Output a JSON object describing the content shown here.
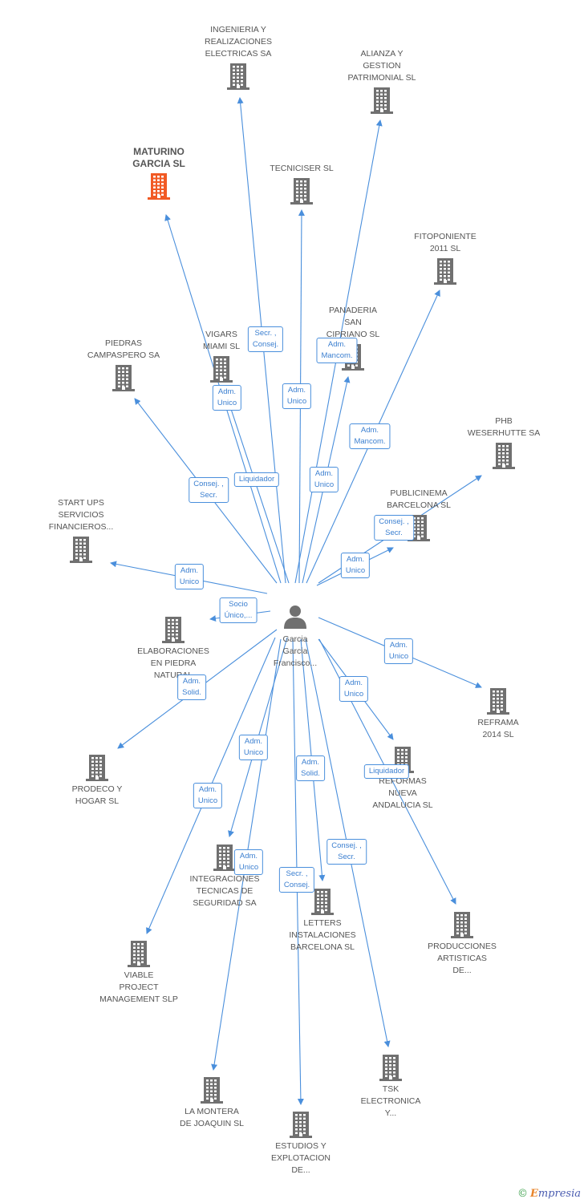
{
  "colors": {
    "edge": "#4a8fdc",
    "building": "#707070",
    "highlight": "#f15a24",
    "person": "#707070"
  },
  "center": {
    "name": "Garcia\nGarcia\nFrancisco...",
    "icon": "person-icon"
  },
  "nodes": [
    {
      "id": "ingenieria",
      "label": "INGENIERIA Y\nREALIZACIONES\nELECTRICAS SA"
    },
    {
      "id": "alianza",
      "label": "ALIANZA Y\nGESTION\nPATRIMONIAL SL"
    },
    {
      "id": "maturino",
      "label": "MATURINO\nGARCIA SL",
      "highlight": true
    },
    {
      "id": "tecniciser",
      "label": "TECNICISER SL"
    },
    {
      "id": "fitoponiente",
      "label": "FITOPONIENTE\n2011 SL"
    },
    {
      "id": "panaderia",
      "label": "PANADERIA\nSAN\nCIPRIANO SL"
    },
    {
      "id": "vigars",
      "label": "VIGARS\nMIAMI SL"
    },
    {
      "id": "piedras",
      "label": "PIEDRAS\nCAMPASPERO SA"
    },
    {
      "id": "phb",
      "label": "PHB\nWESERHUTTE SA"
    },
    {
      "id": "publicinema",
      "label": "PUBLICINEMA\nBARCELONA SL"
    },
    {
      "id": "startups",
      "label": "START UPS\nSERVICIOS\nFINANCIEROS..."
    },
    {
      "id": "elaboraciones",
      "label": "ELABORACIONES\nEN PIEDRA\nNATURAL"
    },
    {
      "id": "reframa",
      "label": "REFRAMA\n2014 SL"
    },
    {
      "id": "prodeco",
      "label": "PRODECO Y\nHOGAR SL"
    },
    {
      "id": "reformas",
      "label": "REFORMAS\nNUEVA\nANDALUCIA SL"
    },
    {
      "id": "integraciones",
      "label": "INTEGRACIONES\nTECNICAS DE\nSEGURIDAD SA"
    },
    {
      "id": "letters",
      "label": "LETTERS\nINSTALACIONES\nBARCELONA SL"
    },
    {
      "id": "producciones",
      "label": "PRODUCCIONES\nARTISTICAS\nDE..."
    },
    {
      "id": "viable",
      "label": "VIABLE\nPROJECT\nMANAGEMENT SLP"
    },
    {
      "id": "montera",
      "label": "LA MONTERA\nDE JOAQUIN SL"
    },
    {
      "id": "tsk",
      "label": "TSK\nELECTRONICA\nY..."
    },
    {
      "id": "estudios",
      "label": "ESTUDIOS Y\nEXPLOTACION\nDE..."
    }
  ],
  "edges": [
    {
      "to": "ingenieria",
      "label": "Secr. ,\nConsej."
    },
    {
      "to": "alianza",
      "label": "Adm.\nMancom."
    },
    {
      "to": "maturino",
      "label": "Consej. ,\nSecr."
    },
    {
      "to": "tecniciser",
      "label": "Adm.\nUnico"
    },
    {
      "to": "fitoponiente",
      "label": "Adm.\nMancom."
    },
    {
      "to": "panaderia",
      "label": "Adm.\nUnico"
    },
    {
      "to": "vigars",
      "label": "Adm.\nUnico"
    },
    {
      "to": "piedras",
      "label": "Liquidador"
    },
    {
      "to": "phb",
      "label": "Consej. ,\nSecr."
    },
    {
      "to": "publicinema",
      "label": "Adm.\nUnico"
    },
    {
      "to": "startups",
      "label": "Adm.\nUnico"
    },
    {
      "to": "elaboraciones",
      "label": "Socio\nÚnico,..."
    },
    {
      "to": "reframa",
      "label": "Adm.\nUnico"
    },
    {
      "to": "prodeco",
      "label": "Adm.\nSolid."
    },
    {
      "to": "reformas",
      "label": "Adm.\nUnico"
    },
    {
      "to": "integraciones",
      "label": "Adm.\nUnico"
    },
    {
      "to": "letters",
      "label": "Adm.\nSolid."
    },
    {
      "to": "producciones",
      "label": "Liquidador"
    },
    {
      "to": "viable",
      "label": "Adm.\nUnico"
    },
    {
      "to": "montera",
      "label": "Adm.\nUnico"
    },
    {
      "to": "tsk",
      "label": "Consej. ,\nSecr."
    },
    {
      "to": "estudios",
      "label": "Secr. ,\nConsej."
    }
  ],
  "footer": {
    "copyright": "©",
    "brand_first": "E",
    "brand_rest": "mpresia"
  }
}
